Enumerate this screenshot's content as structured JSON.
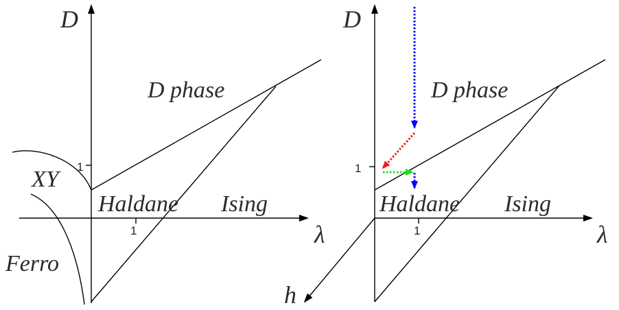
{
  "left_panel": {
    "axis_d": "D",
    "axis_lambda": "λ",
    "tick_d": "1",
    "tick_lambda": "1",
    "regions": {
      "d_phase": "D phase",
      "xy": "XY",
      "haldane": "Haldane",
      "ising": "Ising",
      "ferro": "Ferro"
    }
  },
  "right_panel": {
    "axis_d": "D",
    "axis_lambda": "λ",
    "axis_h": "h",
    "tick_d": "1",
    "tick_lambda": "1",
    "regions": {
      "d_phase": "D phase",
      "haldane": "Haldane",
      "ising": "Ising"
    }
  },
  "colors": {
    "line": "#000000",
    "path_blue": "#0000ff",
    "path_red": "#e8221b",
    "path_green": "#22dd22",
    "text": "#2b2b2b"
  }
}
